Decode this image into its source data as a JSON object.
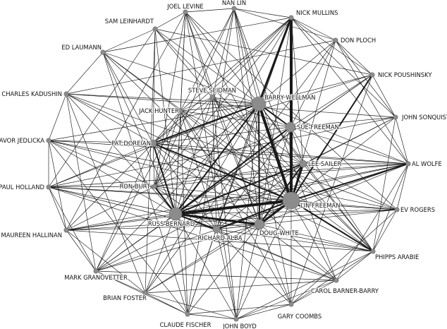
{
  "nodes": [
    {
      "id": "nan-lin",
      "label": "NAN LIN",
      "size": 1
    },
    {
      "id": "nick-mullins",
      "label": "NICK MULLINS",
      "size": 1
    },
    {
      "id": "joel-levine",
      "label": "JOEL LEVINE",
      "size": 1
    },
    {
      "id": "sam-leinhardt",
      "label": "SAM LEINHARDT",
      "size": 1
    },
    {
      "id": "don-ploch",
      "label": "DON PLOCH",
      "size": 1
    },
    {
      "id": "ed-laumann",
      "label": "ED LAUMANN",
      "size": 1
    },
    {
      "id": "nick-poushinsky",
      "label": "NICK POUSHINSKY",
      "size": 1
    },
    {
      "id": "charles-kadushin",
      "label": "CHARLES KADUSHIN",
      "size": 1
    },
    {
      "id": "steve-seidman",
      "label": "STEVE SEIDMAN",
      "size": 1
    },
    {
      "id": "barry-wellman",
      "label": "BARRY WELLMAN",
      "size": 3
    },
    {
      "id": "john-sonquist",
      "label": "JOHN SONQUIST",
      "size": 1
    },
    {
      "id": "jack-hunter",
      "label": "JACK HUNTER",
      "size": 1
    },
    {
      "id": "sue-freeman",
      "label": "SUE FREEMAN",
      "size": 2
    },
    {
      "id": "davor-jedlicka",
      "label": "DAVOR JEDLICKA",
      "size": 1
    },
    {
      "id": "pat-doreian",
      "label": "PAT DOREIAN",
      "size": 1.4
    },
    {
      "id": "lee-sailer",
      "label": "LEE SAILER",
      "size": 1.4
    },
    {
      "id": "al-wolfe",
      "label": "AL WOLFE",
      "size": 1
    },
    {
      "id": "paul-holland",
      "label": "PAUL HOLLAND",
      "size": 1
    },
    {
      "id": "ron-burt",
      "label": "RON BURT",
      "size": 1
    },
    {
      "id": "lin-freeman",
      "label": "LIN FREEMAN",
      "size": 4
    },
    {
      "id": "ev-rogers",
      "label": "EV ROGERS",
      "size": 1
    },
    {
      "id": "russ-bernard",
      "label": "RUSS BERNARD",
      "size": 2.6
    },
    {
      "id": "maureen-hallinan",
      "label": "MAUREEN HALLINAN",
      "size": 1
    },
    {
      "id": "richard-alba",
      "label": "RICHARD ALBA",
      "size": 1.4
    },
    {
      "id": "doug-white",
      "label": "DOUG WHITE",
      "size": 2
    },
    {
      "id": "phipps-arabie",
      "label": "PHIPPS ARABIE",
      "size": 1
    },
    {
      "id": "mark-granovetter",
      "label": "MARK GRANOVETTER",
      "size": 1
    },
    {
      "id": "carol-barner-barry",
      "label": "CAROL BARNER-BARRY",
      "size": 1
    },
    {
      "id": "brian-foster",
      "label": "BRIAN FOSTER",
      "size": 1
    },
    {
      "id": "gary-coombs",
      "label": "GARY COOMBS",
      "size": 1
    },
    {
      "id": "claude-fischer",
      "label": "CLAUDE FISCHER",
      "size": 1
    },
    {
      "id": "john-boyd",
      "label": "JOHN BOYD",
      "size": 1
    }
  ],
  "edges": [
    [
      "nick-mullins",
      "lin-freeman",
      4
    ],
    [
      "nick-mullins",
      "barry-wellman",
      3
    ],
    [
      "barry-wellman",
      "lin-freeman",
      4
    ],
    [
      "russ-bernard",
      "lin-freeman",
      4
    ],
    [
      "russ-bernard",
      "doug-white",
      3
    ],
    [
      "lin-freeman",
      "doug-white",
      3
    ],
    [
      "russ-bernard",
      "barry-wellman",
      2
    ],
    [
      "lee-sailer",
      "lin-freeman",
      3
    ],
    [
      "sue-freeman",
      "lin-freeman",
      3
    ],
    [
      "barry-wellman",
      "sue-freeman",
      2
    ],
    [
      "pat-doreian",
      "russ-bernard",
      2
    ],
    [
      "lin-freeman",
      "al-wolfe",
      2
    ],
    [
      "nick-poushinsky",
      "lin-freeman",
      2
    ],
    [
      "russ-bernard",
      "richard-alba",
      2
    ],
    [
      "lin-freeman",
      "phipps-arabie",
      2
    ],
    [
      "nick-mullins",
      "sue-freeman",
      2
    ],
    [
      "doug-white",
      "lee-sailer",
      2
    ],
    [
      "russ-bernard",
      "lee-sailer",
      2
    ],
    [
      "pat-doreian",
      "barry-wellman",
      2
    ],
    [
      "russ-bernard",
      "sue-freeman",
      2
    ],
    [
      "ron-burt",
      "russ-bernard",
      2
    ],
    [
      "lin-freeman",
      "richard-alba",
      2
    ],
    [
      "lin-freeman",
      "ev-rogers",
      1
    ],
    [
      "lin-freeman",
      "carol-barner-barry",
      1
    ],
    [
      "lin-freeman",
      "pat-doreian",
      2
    ],
    [
      "lin-freeman",
      "steve-seidman",
      1
    ],
    [
      "lin-freeman",
      "jack-hunter",
      1
    ],
    [
      "lin-freeman",
      "ron-burt",
      1
    ],
    [
      "lin-freeman",
      "john-sonquist",
      1
    ],
    [
      "lin-freeman",
      "davor-jedlicka",
      1
    ],
    [
      "lin-freeman",
      "paul-holland",
      1
    ],
    [
      "lin-freeman",
      "nan-lin",
      1
    ],
    [
      "lin-freeman",
      "joel-levine",
      1
    ],
    [
      "lin-freeman",
      "don-ploch",
      1
    ],
    [
      "lin-freeman",
      "gary-coombs",
      1
    ],
    [
      "lin-freeman",
      "john-boyd",
      1
    ],
    [
      "lin-freeman",
      "maureen-hallinan",
      1
    ],
    [
      "lin-freeman",
      "charles-kadushin",
      1
    ],
    [
      "lin-freeman",
      "brian-foster",
      1
    ],
    [
      "barry-wellman",
      "nan-lin",
      1
    ],
    [
      "barry-wellman",
      "joel-levine",
      1
    ],
    [
      "barry-wellman",
      "sam-leinhardt",
      1
    ],
    [
      "barry-wellman",
      "don-ploch",
      1
    ],
    [
      "barry-wellman",
      "steve-seidman",
      1
    ],
    [
      "barry-wellman",
      "jack-hunter",
      1
    ],
    [
      "barry-wellman",
      "charles-kadushin",
      1
    ],
    [
      "barry-wellman",
      "ed-laumann",
      1
    ],
    [
      "barry-wellman",
      "davor-jedlicka",
      1
    ],
    [
      "barry-wellman",
      "ron-burt",
      1
    ],
    [
      "barry-wellman",
      "doug-white",
      2
    ],
    [
      "barry-wellman",
      "lee-sailer",
      1
    ],
    [
      "barry-wellman",
      "richard-alba",
      1
    ],
    [
      "barry-wellman",
      "claude-fischer",
      1
    ],
    [
      "barry-wellman",
      "brian-foster",
      1
    ],
    [
      "barry-wellman",
      "mark-granovetter",
      1
    ],
    [
      "barry-wellman",
      "john-boyd",
      1
    ],
    [
      "barry-wellman",
      "al-wolfe",
      1
    ],
    [
      "barry-wellman",
      "phipps-arabie",
      1
    ],
    [
      "barry-wellman",
      "paul-holland",
      1
    ],
    [
      "barry-wellman",
      "nick-poushinsky",
      1
    ],
    [
      "nick-mullins",
      "steve-seidman",
      1
    ],
    [
      "nick-mullins",
      "pat-doreian",
      1
    ],
    [
      "nick-mullins",
      "russ-bernard",
      1
    ],
    [
      "nick-mullins",
      "doug-white",
      1
    ],
    [
      "nick-mullins",
      "richard-alba",
      1
    ],
    [
      "nick-mullins",
      "jack-hunter",
      1
    ],
    [
      "nick-mullins",
      "lee-sailer",
      1
    ],
    [
      "nick-mullins",
      "ron-burt",
      1
    ],
    [
      "nick-mullins",
      "nan-lin",
      1
    ],
    [
      "nick-mullins",
      "al-wolfe",
      1
    ],
    [
      "nick-mullins",
      "john-sonquist",
      1
    ],
    [
      "nick-mullins",
      "don-ploch",
      1
    ],
    [
      "nick-mullins",
      "nick-poushinsky",
      1
    ],
    [
      "nick-mullins",
      "ed-laumann",
      1
    ],
    [
      "russ-bernard",
      "steve-seidman",
      1
    ],
    [
      "russ-bernard",
      "jack-hunter",
      1
    ],
    [
      "russ-bernard",
      "nick-poushinsky",
      1
    ],
    [
      "russ-bernard",
      "al-wolfe",
      1
    ],
    [
      "russ-bernard",
      "phipps-arabie",
      1
    ],
    [
      "russ-bernard",
      "ev-rogers",
      1
    ],
    [
      "russ-bernard",
      "carol-barner-barry",
      1
    ],
    [
      "russ-bernard",
      "john-boyd",
      1
    ],
    [
      "russ-bernard",
      "claude-fischer",
      1
    ],
    [
      "russ-bernard",
      "brian-foster",
      1
    ],
    [
      "russ-bernard",
      "mark-granovetter",
      1
    ],
    [
      "russ-bernard",
      "maureen-hallinan",
      1
    ],
    [
      "russ-bernard",
      "paul-holland",
      1
    ],
    [
      "russ-bernard",
      "davor-jedlicka",
      1
    ],
    [
      "russ-bernard",
      "charles-kadushin",
      1
    ],
    [
      "russ-bernard",
      "ed-laumann",
      1
    ],
    [
      "russ-bernard",
      "sam-leinhardt",
      1
    ],
    [
      "russ-bernard",
      "joel-levine",
      1
    ],
    [
      "doug-white",
      "steve-seidman",
      1
    ],
    [
      "doug-white",
      "pat-doreian",
      1
    ],
    [
      "doug-white",
      "jack-hunter",
      1
    ],
    [
      "doug-white",
      "ron-burt",
      1
    ],
    [
      "doug-white",
      "sue-freeman",
      1
    ],
    [
      "doug-white",
      "richard-alba",
      1
    ],
    [
      "doug-white",
      "phipps-arabie",
      1
    ],
    [
      "doug-white",
      "al-wolfe",
      1
    ],
    [
      "doug-white",
      "ev-rogers",
      1
    ],
    [
      "doug-white",
      "carol-barner-barry",
      1
    ],
    [
      "doug-white",
      "gary-coombs",
      1
    ],
    [
      "doug-white",
      "john-boyd",
      1
    ],
    [
      "doug-white",
      "claude-fischer",
      1
    ],
    [
      "doug-white",
      "brian-foster",
      1
    ],
    [
      "doug-white",
      "mark-granovetter",
      1
    ],
    [
      "doug-white",
      "maureen-hallinan",
      1
    ],
    [
      "doug-white",
      "nan-lin",
      1
    ],
    [
      "doug-white",
      "joel-levine",
      1
    ],
    [
      "sue-freeman",
      "steve-seidman",
      1
    ],
    [
      "sue-freeman",
      "pat-doreian",
      1
    ],
    [
      "sue-freeman",
      "jack-hunter",
      1
    ],
    [
      "sue-freeman",
      "ron-burt",
      1
    ],
    [
      "sue-freeman",
      "lee-sailer",
      1
    ],
    [
      "sue-freeman",
      "richard-alba",
      1
    ],
    [
      "sue-freeman",
      "al-wolfe",
      1
    ],
    [
      "sue-freeman",
      "john-sonquist",
      1
    ],
    [
      "sue-freeman",
      "phipps-arabie",
      1
    ],
    [
      "sue-freeman",
      "nick-poushinsky",
      1
    ],
    [
      "sue-freeman",
      "don-ploch",
      1
    ],
    [
      "lee-sailer",
      "pat-doreian",
      1
    ],
    [
      "lee-sailer",
      "steve-seidman",
      1
    ],
    [
      "lee-sailer",
      "jack-hunter",
      1
    ],
    [
      "lee-sailer",
      "al-wolfe",
      1
    ],
    [
      "lee-sailer",
      "ev-rogers",
      1
    ],
    [
      "lee-sailer",
      "phipps-arabie",
      1
    ],
    [
      "lee-sailer",
      "john-sonquist",
      1
    ],
    [
      "lee-sailer",
      "ron-burt",
      1
    ],
    [
      "lee-sailer",
      "richard-alba",
      1
    ],
    [
      "pat-doreian",
      "steve-seidman",
      1
    ],
    [
      "pat-doreian",
      "jack-hunter",
      1
    ],
    [
      "pat-doreian",
      "ron-burt",
      1
    ],
    [
      "pat-doreian",
      "richard-alba",
      1
    ],
    [
      "pat-doreian",
      "davor-jedlicka",
      1
    ],
    [
      "pat-doreian",
      "paul-holland",
      1
    ],
    [
      "pat-doreian",
      "charles-kadushin",
      1
    ],
    [
      "pat-doreian",
      "ed-laumann",
      1
    ],
    [
      "pat-doreian",
      "sam-leinhardt",
      1
    ],
    [
      "pat-doreian",
      "maureen-hallinan",
      1
    ],
    [
      "pat-doreian",
      "mark-granovetter",
      1
    ],
    [
      "pat-doreian",
      "phipps-arabie",
      1
    ],
    [
      "pat-doreian",
      "al-wolfe",
      1
    ],
    [
      "pat-doreian",
      "nick-poushinsky",
      1
    ],
    [
      "ron-burt",
      "steve-seidman",
      1
    ],
    [
      "ron-burt",
      "jack-hunter",
      1
    ],
    [
      "ron-burt",
      "richard-alba",
      1
    ],
    [
      "ron-burt",
      "paul-holland",
      1
    ],
    [
      "ron-burt",
      "davor-jedlicka",
      1
    ],
    [
      "ron-burt",
      "maureen-hallinan",
      1
    ],
    [
      "ron-burt",
      "al-wolfe",
      1
    ],
    [
      "ron-burt",
      "nan-lin",
      1
    ],
    [
      "ron-burt",
      "joel-levine",
      1
    ],
    [
      "richard-alba",
      "steve-seidman",
      1
    ],
    [
      "richard-alba",
      "jack-hunter",
      1
    ],
    [
      "richard-alba",
      "gary-coombs",
      1
    ],
    [
      "richard-alba",
      "carol-barner-barry",
      1
    ],
    [
      "richard-alba",
      "phipps-arabie",
      1
    ],
    [
      "richard-alba",
      "claude-fischer",
      1
    ],
    [
      "richard-alba",
      "john-boyd",
      1
    ],
    [
      "richard-alba",
      "al-wolfe",
      1
    ],
    [
      "richard-alba",
      "paul-holland",
      1
    ],
    [
      "steve-seidman",
      "jack-hunter",
      1
    ],
    [
      "steve-seidman",
      "nan-lin",
      1
    ],
    [
      "steve-seidman",
      "joel-levine",
      1
    ],
    [
      "steve-seidman",
      "sam-leinhardt",
      1
    ],
    [
      "steve-seidman",
      "john-boyd",
      1
    ],
    [
      "steve-seidman",
      "phipps-arabie",
      1
    ],
    [
      "jack-hunter",
      "joel-levine",
      1
    ],
    [
      "jack-hunter",
      "nan-lin",
      1
    ],
    [
      "jack-hunter",
      "ed-laumann",
      1
    ],
    [
      "jack-hunter",
      "mark-granovetter",
      1
    ],
    [
      "jack-hunter",
      "claude-fischer",
      1
    ],
    [
      "jack-hunter",
      "gary-coombs",
      1
    ],
    [
      "nan-lin",
      "joel-levine",
      1
    ],
    [
      "nan-lin",
      "don-ploch",
      1
    ],
    [
      "nan-lin",
      "carol-barner-barry",
      1
    ],
    [
      "nan-lin",
      "claude-fischer",
      1
    ],
    [
      "nan-lin",
      "gary-coombs",
      1
    ],
    [
      "joel-levine",
      "sam-leinhardt",
      1
    ],
    [
      "joel-levine",
      "ev-rogers",
      1
    ],
    [
      "joel-levine",
      "john-boyd",
      1
    ],
    [
      "joel-levine",
      "maureen-hallinan",
      1
    ],
    [
      "sam-leinhardt",
      "ed-laumann",
      1
    ],
    [
      "sam-leinhardt",
      "paul-holland",
      1
    ],
    [
      "sam-leinhardt",
      "phipps-arabie",
      1
    ],
    [
      "sam-leinhardt",
      "brian-foster",
      1
    ],
    [
      "sam-leinhardt",
      "nick-poushinsky",
      1
    ],
    [
      "don-ploch",
      "al-wolfe",
      1
    ],
    [
      "don-ploch",
      "john-sonquist",
      1
    ],
    [
      "don-ploch",
      "brian-foster",
      1
    ],
    [
      "don-ploch",
      "charles-kadushin",
      1
    ],
    [
      "don-ploch",
      "nick-poushinsky",
      1
    ],
    [
      "ed-laumann",
      "charles-kadushin",
      1
    ],
    [
      "ed-laumann",
      "claude-fischer",
      1
    ],
    [
      "ed-laumann",
      "carol-barner-barry",
      1
    ],
    [
      "ed-laumann",
      "phipps-arabie",
      1
    ],
    [
      "nick-poushinsky",
      "john-sonquist",
      1
    ],
    [
      "nick-poushinsky",
      "mark-granovetter",
      1
    ],
    [
      "nick-poushinsky",
      "gary-coombs",
      1
    ],
    [
      "charles-kadushin",
      "davor-jedlicka",
      1
    ],
    [
      "charles-kadushin",
      "mark-granovetter",
      1
    ],
    [
      "charles-kadushin",
      "brian-foster",
      1
    ],
    [
      "charles-kadushin",
      "john-sonquist",
      1
    ],
    [
      "charles-kadushin",
      "ev-rogers",
      1
    ],
    [
      "john-sonquist",
      "al-wolfe",
      1
    ],
    [
      "john-sonquist",
      "paul-holland",
      1
    ],
    [
      "john-sonquist",
      "mark-granovetter",
      1
    ],
    [
      "john-sonquist",
      "phipps-arabie",
      1
    ],
    [
      "davor-jedlicka",
      "paul-holland",
      1
    ],
    [
      "davor-jedlicka",
      "al-wolfe",
      1
    ],
    [
      "davor-jedlicka",
      "claude-fischer",
      1
    ],
    [
      "davor-jedlicka",
      "ev-rogers",
      1
    ],
    [
      "davor-jedlicka",
      "maureen-hallinan",
      1
    ],
    [
      "al-wolfe",
      "ev-rogers",
      1
    ],
    [
      "al-wolfe",
      "phipps-arabie",
      1
    ],
    [
      "al-wolfe",
      "paul-holland",
      1
    ],
    [
      "al-wolfe",
      "carol-barner-barry",
      1
    ],
    [
      "al-wolfe",
      "mark-granovetter",
      1
    ],
    [
      "al-wolfe",
      "maureen-hallinan",
      1
    ],
    [
      "paul-holland",
      "maureen-hallinan",
      1
    ],
    [
      "paul-holland",
      "mark-granovetter",
      1
    ],
    [
      "paul-holland",
      "ev-rogers",
      1
    ],
    [
      "paul-holland",
      "carol-barner-barry",
      1
    ],
    [
      "ev-rogers",
      "phipps-arabie",
      1
    ],
    [
      "ev-rogers",
      "maureen-hallinan",
      1
    ],
    [
      "ev-rogers",
      "gary-coombs",
      1
    ],
    [
      "maureen-hallinan",
      "mark-granovetter",
      1
    ],
    [
      "maureen-hallinan",
      "brian-foster",
      1
    ],
    [
      "maureen-hallinan",
      "phipps-arabie",
      1
    ],
    [
      "phipps-arabie",
      "carol-barner-barry",
      1
    ],
    [
      "phipps-arabie",
      "gary-coombs",
      1
    ],
    [
      "phipps-arabie",
      "john-boyd",
      1
    ],
    [
      "mark-granovetter",
      "brian-foster",
      1
    ],
    [
      "mark-granovetter",
      "claude-fischer",
      1
    ],
    [
      "mark-granovetter",
      "carol-barner-barry",
      1
    ],
    [
      "carol-barner-barry",
      "gary-coombs",
      1
    ],
    [
      "carol-barner-barry",
      "john-boyd",
      1
    ],
    [
      "carol-barner-barry",
      "brian-foster",
      1
    ],
    [
      "brian-foster",
      "claude-fischer",
      1
    ],
    [
      "brian-foster",
      "john-boyd",
      1
    ],
    [
      "gary-coombs",
      "john-boyd",
      1
    ],
    [
      "gary-coombs",
      "claude-fischer",
      1
    ],
    [
      "claude-fischer",
      "john-boyd",
      1
    ]
  ]
}
